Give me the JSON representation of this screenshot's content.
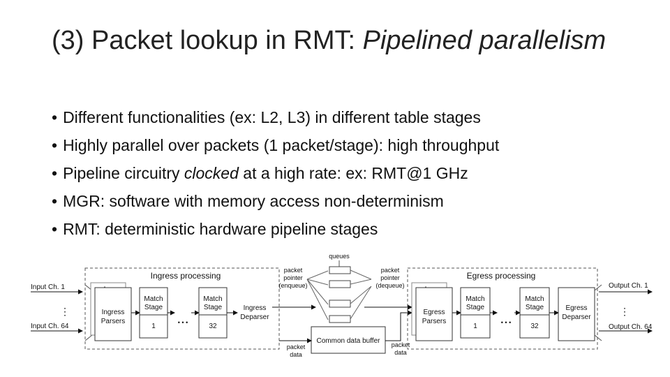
{
  "title": {
    "main": "(3) Packet lookup in RMT: ",
    "italic": "Pipelined parallelism"
  },
  "bullets": [
    {
      "text": "Different functionalities (ex: L2, L3) in different table stages"
    },
    {
      "text": "Highly parallel over packets (1 packet/stage): high throughput"
    },
    {
      "pre": "Pipeline circuitry ",
      "em": "clocked",
      "post": " at a high rate: ex: RMT@1 GHz"
    },
    {
      "text": "MGR: software with memory access non-determinism"
    },
    {
      "text": "RMT: deterministic hardware pipeline stages"
    }
  ],
  "diagram": {
    "ingress_title": "Ingress processing",
    "egress_title": "Egress processing",
    "queues_label": "queues",
    "input_top": "Input Ch. 1",
    "input_bottom": "Input Ch. 64",
    "output_top": "Output Ch. 1",
    "output_bottom": "Output Ch. 64",
    "vdots": "⋮",
    "parsers_dots": "⋱",
    "ingress_parsers": [
      "Ingress",
      "Parsers"
    ],
    "egress_parsers": [
      "Egress",
      "Parsers"
    ],
    "match_stage": [
      "Match",
      "Stage"
    ],
    "stage_first": "1",
    "stage_last": "32",
    "stage_dots": "• • •",
    "ingress_deparser": [
      "Ingress",
      "Deparser"
    ],
    "egress_deparser": [
      "Egress",
      "Deparser"
    ],
    "ptr_enqueue": [
      "packet",
      "pointer",
      "(enqueue)"
    ],
    "ptr_dequeue": [
      "packet",
      "pointer",
      "(dequeue)"
    ],
    "common_buffer": "Common data buffer",
    "packet_data": [
      "packet",
      "data"
    ]
  }
}
